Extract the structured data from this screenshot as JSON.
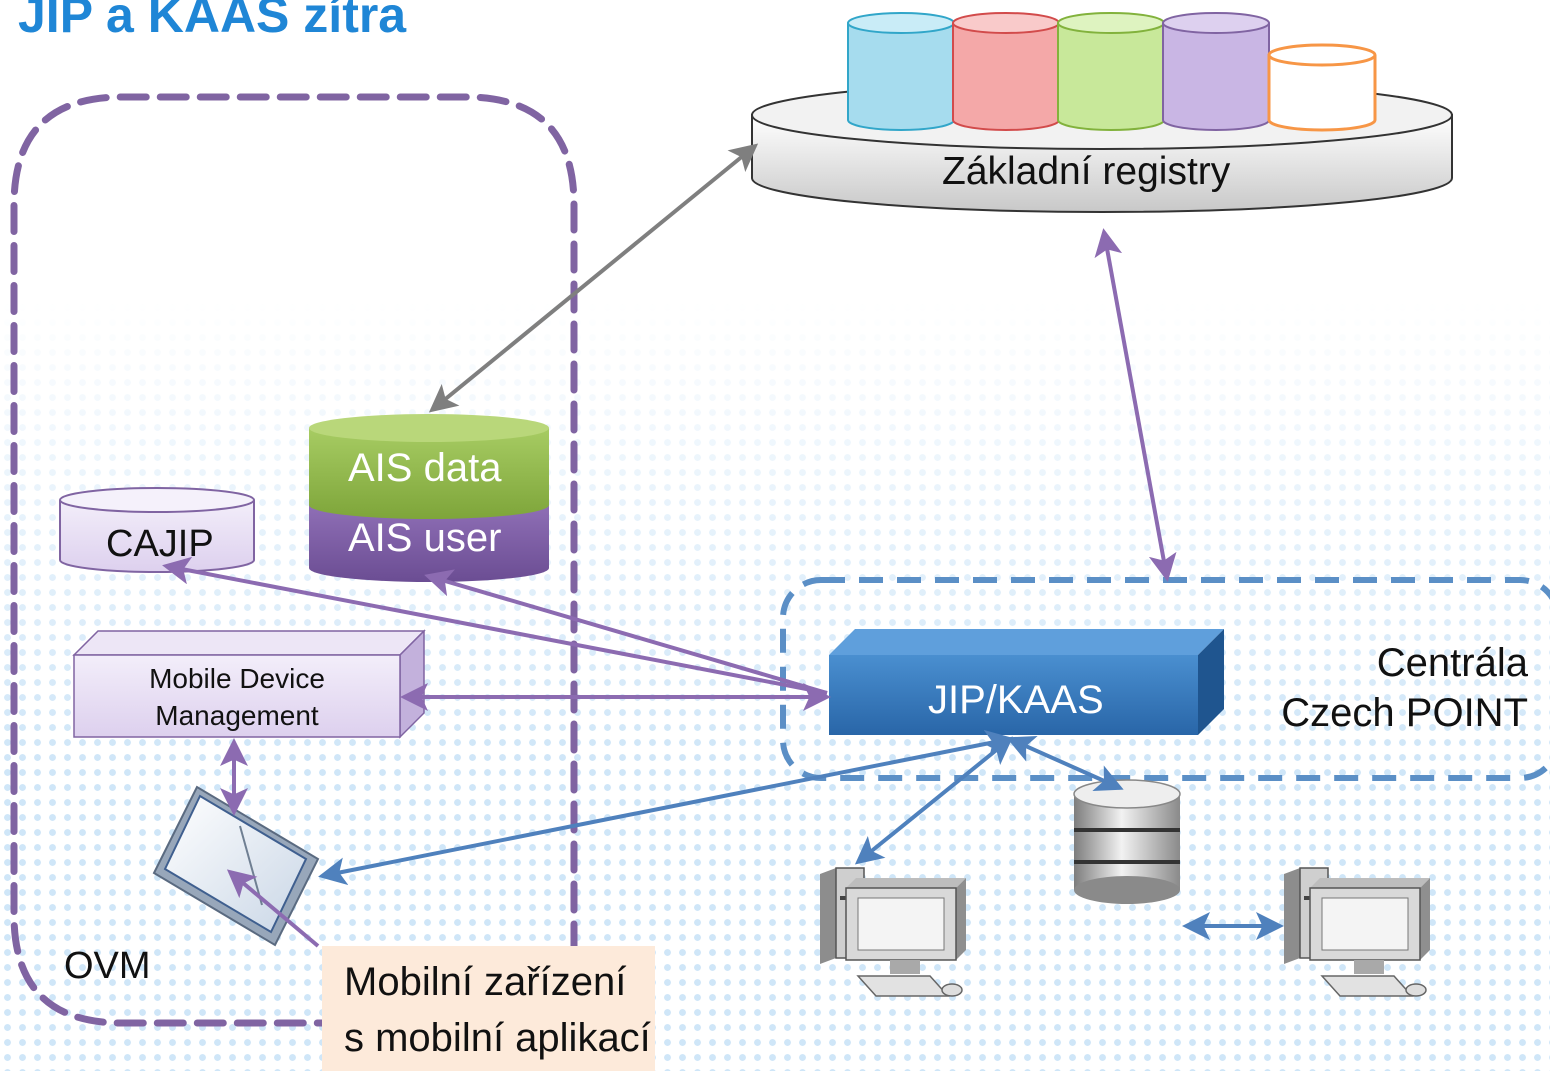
{
  "title": "JIP a KAAS zítra",
  "nodes": {
    "zakladni_registry": "Základní registry",
    "ais_data": "AIS data",
    "ais_user": "AIS user",
    "cajip": "CAJIP",
    "mdm": [
      "Mobile Device",
      "Management"
    ],
    "jip_kaas": "JIP/KAAS",
    "centrala": [
      "Centrála",
      "Czech POINT"
    ],
    "ovm": "OVM",
    "mobile": [
      "Mobilní zařízení",
      "s mobilní aplikací"
    ]
  },
  "colors": {
    "title": "#1f86d6",
    "purple_arrow": "#8c6bb1",
    "blue_arrow": "#4f81bd",
    "gray_arrow": "#7f7f7f",
    "ovm_border": "#8064a2",
    "centrala_border": "#5b8fc6",
    "jip_box": "#2e75b6",
    "ais_data": "#8cb33c",
    "ais_user": "#7a5aa0",
    "registry_cylinders": [
      "#a6dcee",
      "#f4a8a8",
      "#c8e89a",
      "#c9b6e4",
      "#ffffff"
    ],
    "mobile_note_bg": "#fdeada"
  }
}
